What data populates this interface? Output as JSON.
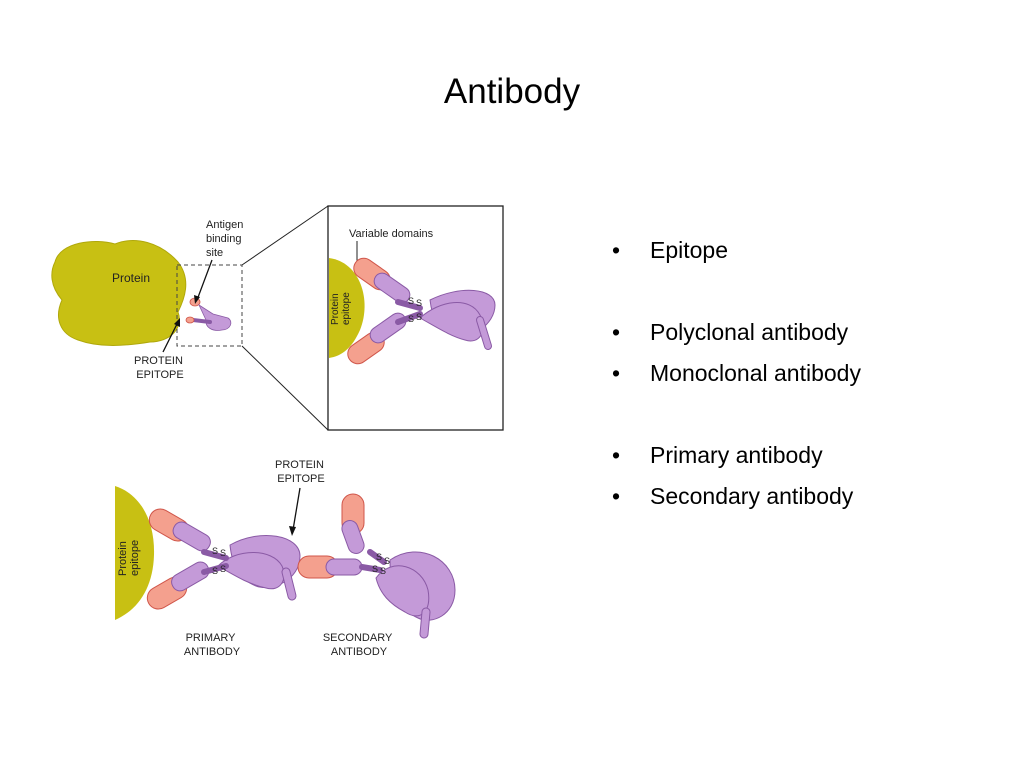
{
  "title": "Antibody",
  "bullets": [
    {
      "text": "Epitope"
    },
    {
      "text": "Polyclonal antibody"
    },
    {
      "text": "Monoclonal antibody"
    },
    {
      "text": "Primary antibody"
    },
    {
      "text": "Secondary antibody"
    }
  ],
  "figure": {
    "protein_label": "Protein",
    "antigen_label": [
      "Antigen",
      "binding",
      "site"
    ],
    "protein_epitope_label": [
      "PROTEIN",
      "EPITOPE"
    ],
    "variable_domains_label": "Variable domains",
    "epitope_rotated_label": [
      "Protein",
      "epitope"
    ],
    "primary_label": [
      "PRIMARY",
      "ANTIBODY"
    ],
    "secondary_label": [
      "SECONDARY",
      "ANTIBODY"
    ],
    "disulfide": "S",
    "colors": {
      "antigen": "#c8c013",
      "antibody": "#c49ad8",
      "antibody_stroke": "#8a5aa5",
      "variable": "#f4a08e",
      "variable_stroke": "#d0564a"
    }
  }
}
